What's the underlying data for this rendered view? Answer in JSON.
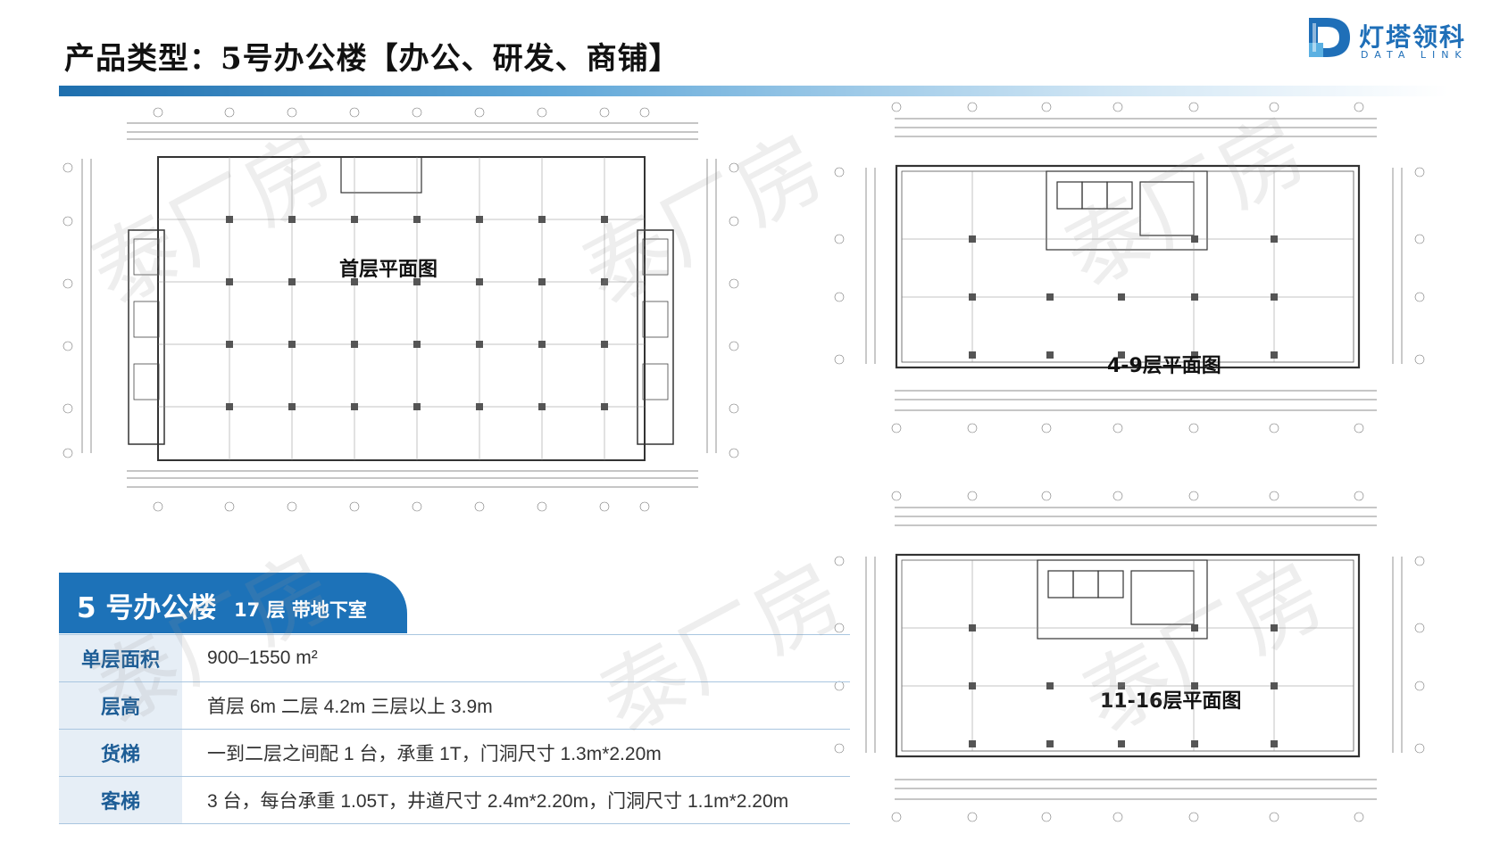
{
  "header": {
    "title": "产品类型：5号办公楼【办公、研发、商铺】"
  },
  "logo": {
    "name_cn": "灯塔领科",
    "name_en": "DATA LINK",
    "brand_color": "#1f6fb8"
  },
  "plans": {
    "ground": {
      "label": "首层平面图"
    },
    "floors_4_9": {
      "label": "4-9层平面图"
    },
    "floors_11_16": {
      "label": "11-16层平面图"
    }
  },
  "banner": {
    "title": "5 号办公楼",
    "subtitle": "17 层  带地下室",
    "color": "#1d72b8"
  },
  "specs": [
    {
      "label": "单层面积",
      "value": "900–1550 m²"
    },
    {
      "label": "层高",
      "value": "首层 6m   二层 4.2m   三层以上 3.9m"
    },
    {
      "label": "货梯",
      "value": "一到二层之间配 1 台，承重 1T，门洞尺寸 1.3m*2.20m"
    },
    {
      "label": "客梯",
      "value": "3 台，每台承重 1.05T，井道尺寸 2.4m*2.20m，门洞尺寸 1.1m*2.20m"
    }
  ],
  "watermark": "泰厂房"
}
